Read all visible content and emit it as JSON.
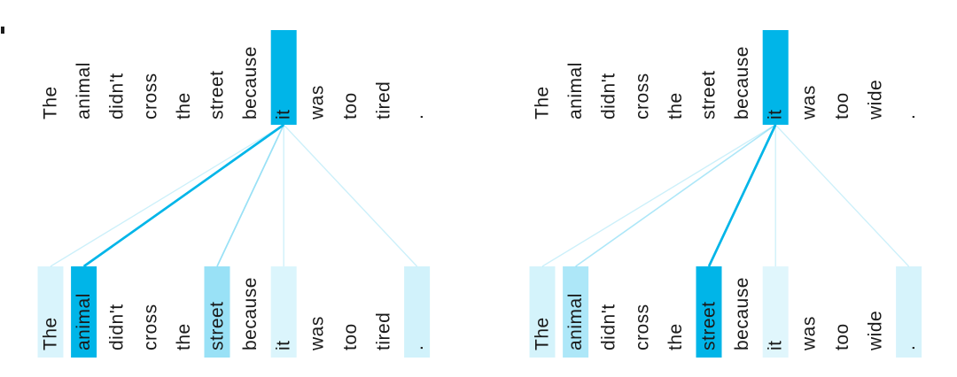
{
  "figure": {
    "background": "#ffffff",
    "accent_color": "#00B5E8",
    "accent_rgb": [
      0,
      181,
      232
    ],
    "text_color": "#1a1a1a"
  },
  "chart_data": {
    "type": "attention-bipartite",
    "title": "",
    "description_visible_text_only": true,
    "panels": [
      {
        "name": "tired",
        "sentence": [
          "The",
          "animal",
          "didn't",
          "cross",
          "the",
          "street",
          "because",
          "it",
          "was",
          "too",
          "tired",
          "."
        ],
        "query_token": "it",
        "query_index": 7,
        "attention_weights": [
          0.15,
          1.0,
          0,
          0,
          0,
          0.4,
          0,
          0.14,
          0,
          0,
          0,
          0.18
        ]
      },
      {
        "name": "wide",
        "sentence": [
          "The",
          "animal",
          "didn't",
          "cross",
          "the",
          "street",
          "because",
          "it",
          "was",
          "too",
          "wide",
          "."
        ],
        "query_token": "it",
        "query_index": 7,
        "attention_weights": [
          0.17,
          0.32,
          0,
          0,
          0,
          1.0,
          0,
          0.12,
          0,
          0,
          0,
          0.16
        ]
      }
    ]
  }
}
